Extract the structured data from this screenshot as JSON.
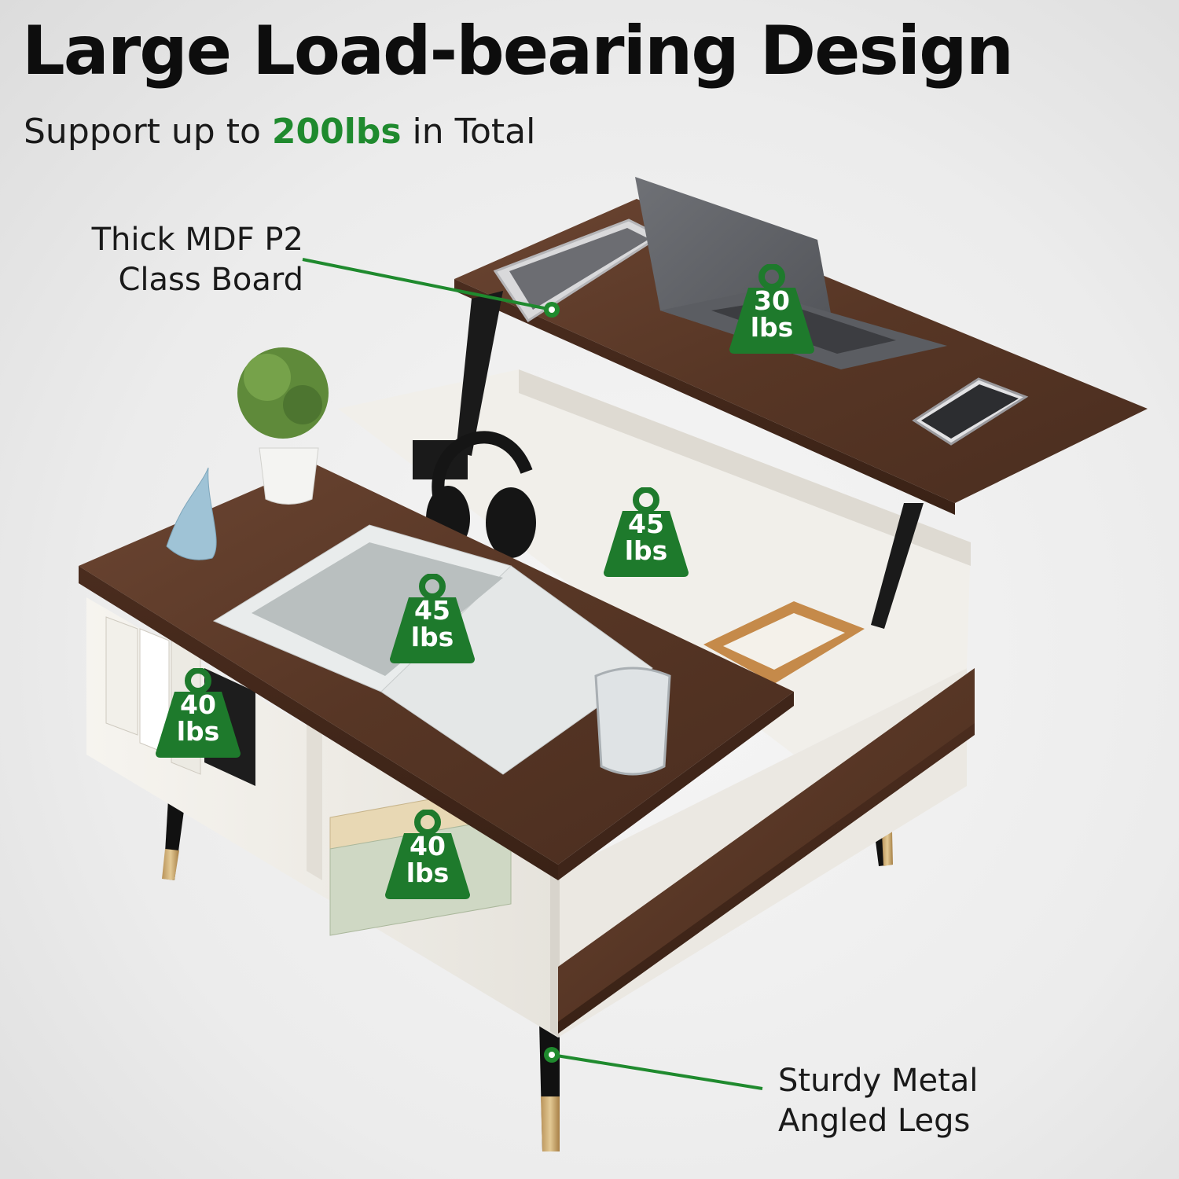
{
  "headline": "Large Load-bearing Design",
  "subline": {
    "prefix": "Support up to ",
    "highlight": "200lbs",
    "suffix": " in Total"
  },
  "callouts": {
    "mdf": {
      "line1": "Thick MDF P2",
      "line2": "Class Board"
    },
    "legs": {
      "line1": "Sturdy Metal",
      "line2": "Angled Legs"
    }
  },
  "weights": {
    "lift_top": {
      "value": "30",
      "unit": "lbs"
    },
    "inner_storage": {
      "value": "45",
      "unit": "lbs"
    },
    "fixed_top": {
      "value": "45",
      "unit": "lbs"
    },
    "side_shelf": {
      "value": "40",
      "unit": "lbs"
    },
    "bottom_shelf": {
      "value": "40",
      "unit": "lbs"
    }
  },
  "colors": {
    "accent_green": "#1f8a2e",
    "badge_green": "#1e7a2c",
    "walnut": "#5a3a2a",
    "white_body": "#f3f1ec"
  },
  "icons": [
    "weight-icon",
    "callout-dot-icon"
  ]
}
